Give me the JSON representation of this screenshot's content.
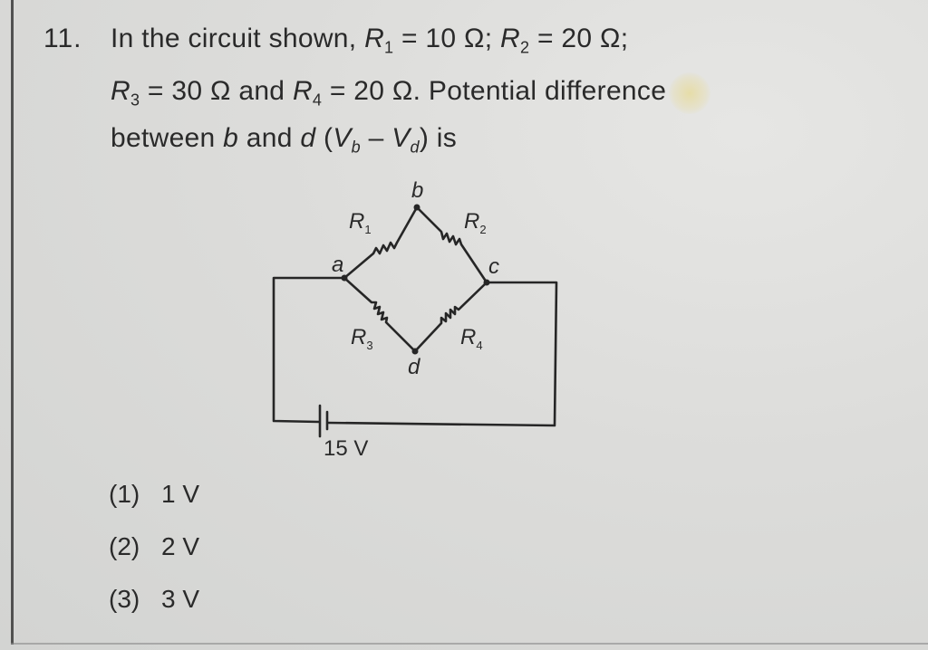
{
  "question": {
    "number": "11.",
    "line1": {
      "prefix": "In the circuit shown, ",
      "r1_sym": "R",
      "r1_sub": "1",
      "r1_val": " = 10 Ω; ",
      "r2_sym": "R",
      "r2_sub": "2",
      "r2_val": " = 20 Ω;"
    },
    "line2": {
      "r3_sym": "R",
      "r3_sub": "3",
      "r3_val": " = 30 Ω and ",
      "r4_sym": "R",
      "r4_sub": "4",
      "r4_val": " = 20 Ω. Potential difference"
    },
    "line3": {
      "prefix": "between ",
      "b": "b",
      "and": " and ",
      "d": "d",
      "open": " (",
      "vb_sym": "V",
      "vb_sub": "b",
      "minus": " – ",
      "vd_sym": "V",
      "vd_sub": "d",
      "close": ") is"
    }
  },
  "circuit": {
    "nodes": {
      "a": "a",
      "b": "b",
      "c": "c",
      "d": "d"
    },
    "resistors": [
      {
        "sym": "R",
        "sub": "1",
        "value": "10 Ω",
        "between": "a-b"
      },
      {
        "sym": "R",
        "sub": "2",
        "value": "20 Ω",
        "between": "b-c"
      },
      {
        "sym": "R",
        "sub": "3",
        "value": "30 Ω",
        "between": "a-d"
      },
      {
        "sym": "R",
        "sub": "4",
        "value": "20 Ω",
        "between": "d-c"
      }
    ],
    "battery_label": "15 V"
  },
  "options": [
    {
      "num": "(1)",
      "text": "1 V"
    },
    {
      "num": "(2)",
      "text": "2 V"
    },
    {
      "num": "(3)",
      "text": "3 V"
    }
  ],
  "colors": {
    "ink": "#2a2a2a",
    "paper": "#dcdcda",
    "highlight": "#e8d678"
  }
}
